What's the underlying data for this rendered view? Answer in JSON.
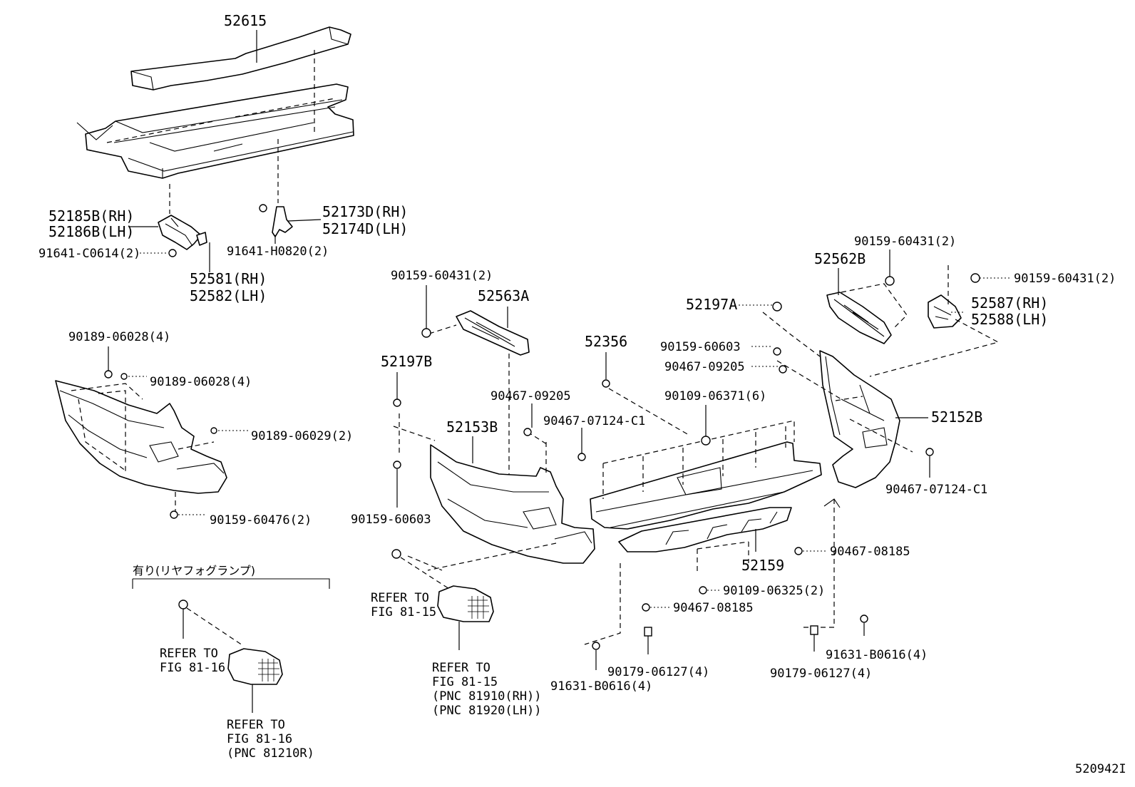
{
  "diagram_id": "520942I",
  "section_note": "有り(リヤフォグランプ)",
  "labels": {
    "p52615": "52615",
    "p52185": "52185B(RH)",
    "p52186": "52186B(LH)",
    "p91641c": "91641-C0614(2)",
    "p52581": "52581(RH)",
    "p52582": "52582(LH)",
    "p52173": "52173D(RH)",
    "p52174": "52174D(LH)",
    "p91641h": "91641-H0820(2)",
    "p90189a": "90189-06028(4)",
    "p90189b": "90189-06028(4)",
    "p90189c": "90189-06029(2)",
    "p90159_476": "90159-60476(2)",
    "p90159_431a": "90159-60431(2)",
    "p52563": "52563A",
    "p52197b": "52197B",
    "p52153": "52153B",
    "p90159_603a": "90159-60603",
    "p90467_205a": "90467-09205",
    "p90467_124a": "90467-07124-C1",
    "p52356": "52356",
    "p52197a": "52197A",
    "p90159_603b": "90159-60603",
    "p90467_205b": "90467-09205",
    "p90109_371": "90109-06371(6)",
    "p90159_431b": "90159-60431(2)",
    "p52562": "52562B",
    "p90159_431c": "90159-60431(2)",
    "p52587": "52587(RH)",
    "p52588": "52588(LH)",
    "p52152": "52152B",
    "p90467_124b": "90467-07124-C1",
    "p90467_185a": "90467-08185",
    "p52159": "52159",
    "p90109_325": "90109-06325(2)",
    "p90467_185b": "90467-08185",
    "p90179a": "90179-06127(4)",
    "p91631a": "91631-B0616(4)",
    "p90179b": "90179-06127(4)",
    "p91631b": "91631-B0616(4)"
  },
  "refs": {
    "r1a": "REFER TO",
    "r1b": "FIG 81-15",
    "r2a": "REFER TO",
    "r2b": "FIG 81-15",
    "r2c": "(PNC 81910(RH))",
    "r2d": "(PNC 81920(LH))",
    "r3a": "REFER TO",
    "r3b": "FIG 81-16",
    "r4a": "REFER TO",
    "r4b": "FIG 81-16",
    "r4c": "(PNC 81210R)"
  }
}
